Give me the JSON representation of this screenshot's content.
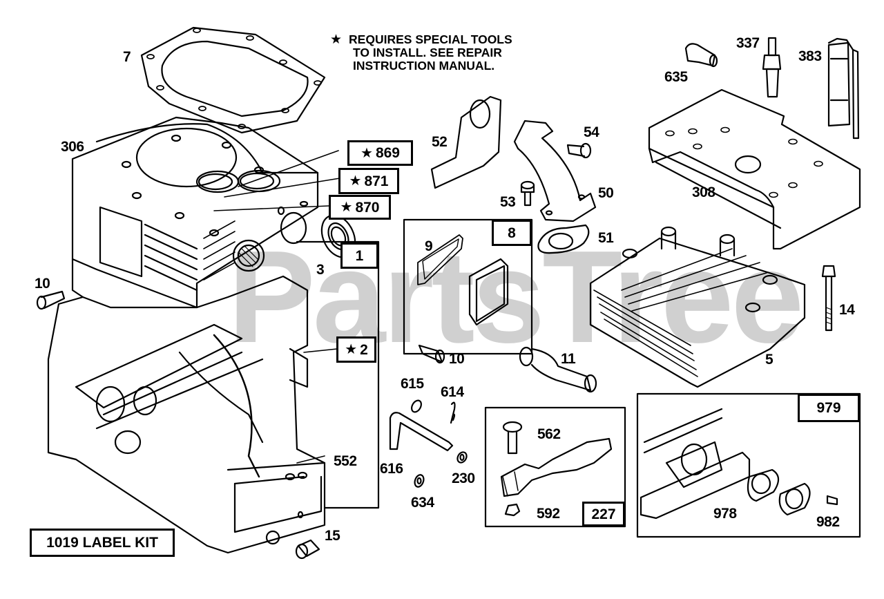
{
  "watermark": "PartsTree",
  "note": {
    "icon": "star-icon",
    "lines": [
      "REQUIRES SPECIAL TOOLS",
      "TO INSTALL.  SEE REPAIR",
      "INSTRUCTION MANUAL."
    ]
  },
  "star_glyph": "★",
  "callouts": {
    "p7": "7",
    "p306": "306",
    "p10a": "10",
    "p3": "3",
    "p552": "552",
    "p15": "15",
    "p52": "52",
    "p53": "53",
    "p54": "54",
    "p50": "50",
    "p51": "51",
    "p9": "9",
    "p10b": "10",
    "p11": "11",
    "p615": "615",
    "p614": "614",
    "p616": "616",
    "p230": "230",
    "p634": "634",
    "p562": "562",
    "p592": "592",
    "p635": "635",
    "p337": "337",
    "p383": "383",
    "p308": "308",
    "p14": "14",
    "p5": "5",
    "p978": "978",
    "p982": "982"
  },
  "boxed_callouts": {
    "b869": {
      "label": "869",
      "special_tools": true
    },
    "b871": {
      "label": "871",
      "special_tools": true
    },
    "b870": {
      "label": "870",
      "special_tools": true
    },
    "b1": {
      "label": "1",
      "special_tools": false
    },
    "b2": {
      "label": "2",
      "special_tools": true
    },
    "b8": {
      "label": "8",
      "special_tools": false
    },
    "b227": {
      "label": "227",
      "special_tools": false
    },
    "b979": {
      "label": "979",
      "special_tools": false
    },
    "label_kit": {
      "label": "1019 LABEL KIT",
      "special_tools": false
    }
  }
}
